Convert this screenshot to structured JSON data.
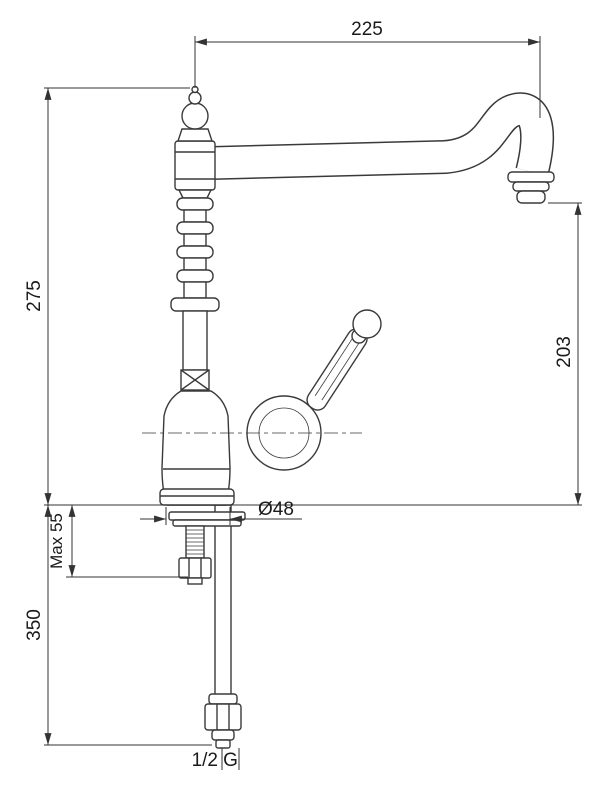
{
  "colors": {
    "background": "#ffffff",
    "line": "#3a3a3a",
    "dimension_line": "#333333",
    "text": "#1a1a1a"
  },
  "dimension_labels": {
    "spout_reach": "225",
    "total_height_left": "275",
    "spout_outlet_height": "203",
    "base_diameter": "Ø48",
    "max_mounting_thickness": "Max 55",
    "under_counter_length": "350",
    "thread_fraction": "1/2",
    "thread_designation": "G"
  }
}
